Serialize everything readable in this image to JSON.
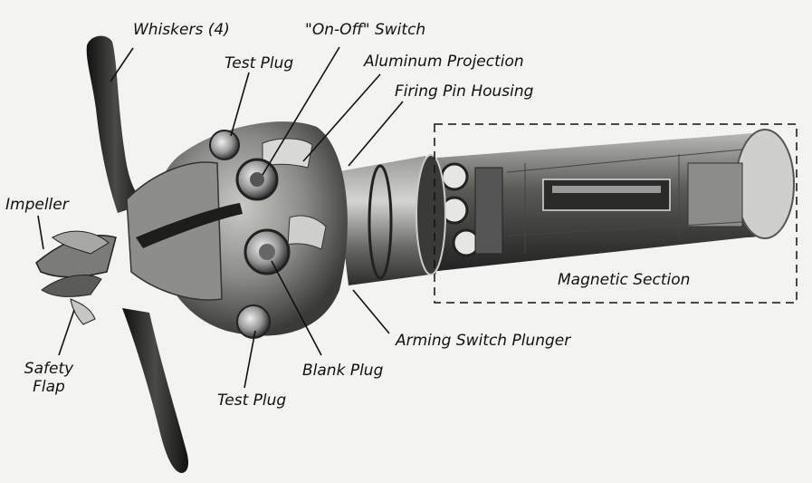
{
  "labels": {
    "whiskers": "Whiskers (4)",
    "on_off_switch": "\"On-Off\" Switch",
    "test_plug_top": "Test Plug",
    "aluminum_projection": "Aluminum Projection",
    "firing_pin_housing": "Firing Pin Housing",
    "impeller": "Impeller",
    "magnetic_section": "Magnetic Section",
    "arming_switch_plunger": "Arming Switch Plunger",
    "safety_flap_line1": "Safety",
    "safety_flap_line2": "Flap",
    "blank_plug": "Blank Plug",
    "test_plug_bottom": "Test Plug"
  },
  "icons": {
    "whisker": "whisker-icon",
    "impeller": "impeller-icon",
    "plug": "plug-icon",
    "magnetic-section": "magnetic-section-icon"
  },
  "colors": {
    "background": "#f3f3f1",
    "label_text": "#111111",
    "leader_line": "#111111",
    "metal_dark": "#2e2e2e",
    "metal_mid": "#6f6f6f",
    "metal_light": "#b9b9b9"
  }
}
